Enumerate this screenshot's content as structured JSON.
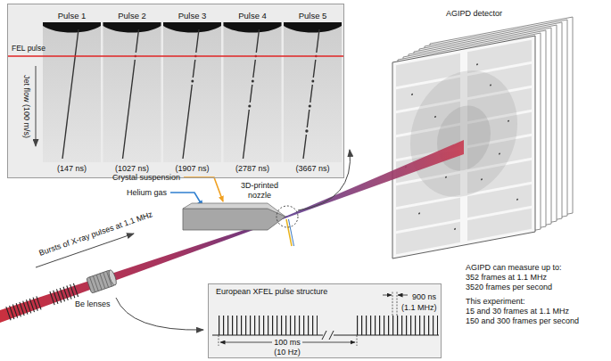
{
  "diagram": {
    "nodes": [
      {
        "text": [
          "FEL pulse",
          "Jet flow (100 m/s)"
        ]
      },
      {
        "text": [
          "Pulse 1",
          "(147 ns)"
        ],
        "in": 0
      },
      {
        "text": [
          "Pulse 2",
          "(1027 ns)"
        ],
        "in": 0
      },
      {
        "text": [
          "Pulse 3",
          "(1907 ns)"
        ],
        "in": 0
      },
      {
        "text": [
          "Pulse 4",
          "(2787 ns)"
        ],
        "in": 0
      },
      {
        "text": [
          "Pulse 5",
          "(3667 ns)"
        ],
        "in": 0
      },
      {
        "text": [
          "European XFEL pulse structure",
          "900 ns",
          "(1.1 MHz)",
          "100 ms",
          "(10 Hz)"
        ]
      }
    ],
    "labels": [
      "AGIPD detector",
      "Crystal suspension",
      "Helium gas",
      "3D-printed nozzle",
      "Bursts of X-ray pulses at 1.1 MHz",
      "Be lenses",
      "AGIPD can measure up to:",
      "352 frames at 1.1 MHz",
      "3520 frames per second",
      "This experiment:",
      "15 and 30 frames at 1.1 MHz",
      "150 and 300 frames per second"
    ]
  }
}
